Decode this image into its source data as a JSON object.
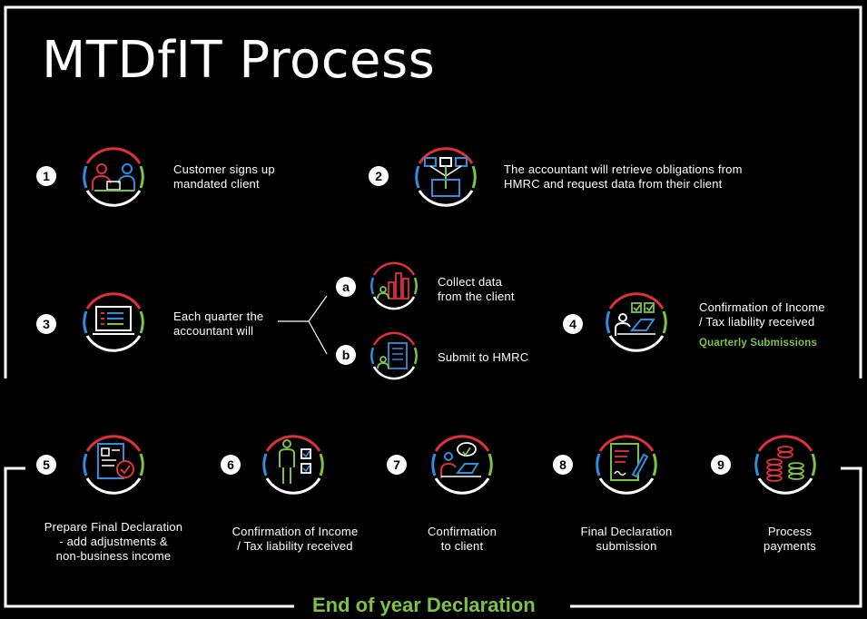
{
  "title": "MTDfIT Process",
  "colors": {
    "red": "#e0303a",
    "blue": "#2f8fde",
    "green": "#7cc343",
    "white": "#ffffff"
  },
  "steps": [
    {
      "num": "1",
      "icon": "people-laptop-icon",
      "text": "Customer signs up\nmandated client"
    },
    {
      "num": "2",
      "icon": "network-monitors-icon",
      "text": "The accountant will retrieve obligations from\nHMRC and request data from their client"
    },
    {
      "num": "3",
      "icon": "laptop-checklist-icon",
      "text": "Each quarter the\naccountant will"
    },
    {
      "num": "4",
      "icon": "person-checklist-icon",
      "text": "Confirmation of Income\n/ Tax liability received",
      "note": "Quarterly Submissions"
    },
    {
      "num": "5",
      "icon": "document-check-icon",
      "text": "Prepare Final Declaration\n- add adjustments &\nnon-business income"
    },
    {
      "num": "6",
      "icon": "person-checkboxes-icon",
      "text": "Confirmation of Income\n/ Tax liability received"
    },
    {
      "num": "7",
      "icon": "person-chat-laptop-icon",
      "text": "Confirmation\nto client"
    },
    {
      "num": "8",
      "icon": "document-pen-icon",
      "text": "Final Declaration\nsubmission"
    },
    {
      "num": "9",
      "icon": "coin-stacks-icon",
      "text": "Process\npayments"
    }
  ],
  "substeps": [
    {
      "num": "a",
      "icon": "bar-chart-person-icon",
      "text": "Collect data\nfrom the client"
    },
    {
      "num": "b",
      "icon": "building-person-icon",
      "text": "Submit to HMRC"
    }
  ],
  "footer": "End of year Declaration"
}
